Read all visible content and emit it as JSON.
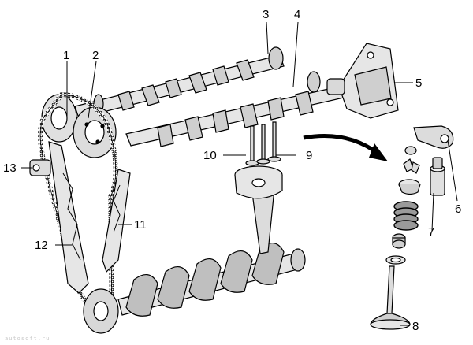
{
  "callouts": [
    "1",
    "2",
    "3",
    "4",
    "5",
    "6",
    "7",
    "8",
    "9",
    "10",
    "11",
    "12",
    "13"
  ],
  "watermark": "autosoft.ru",
  "colors": {
    "line": "#000000",
    "shade": "#9a9a9a",
    "light": "#e6e6e6",
    "mid": "#cfcfcf",
    "bg": "#ffffff"
  }
}
